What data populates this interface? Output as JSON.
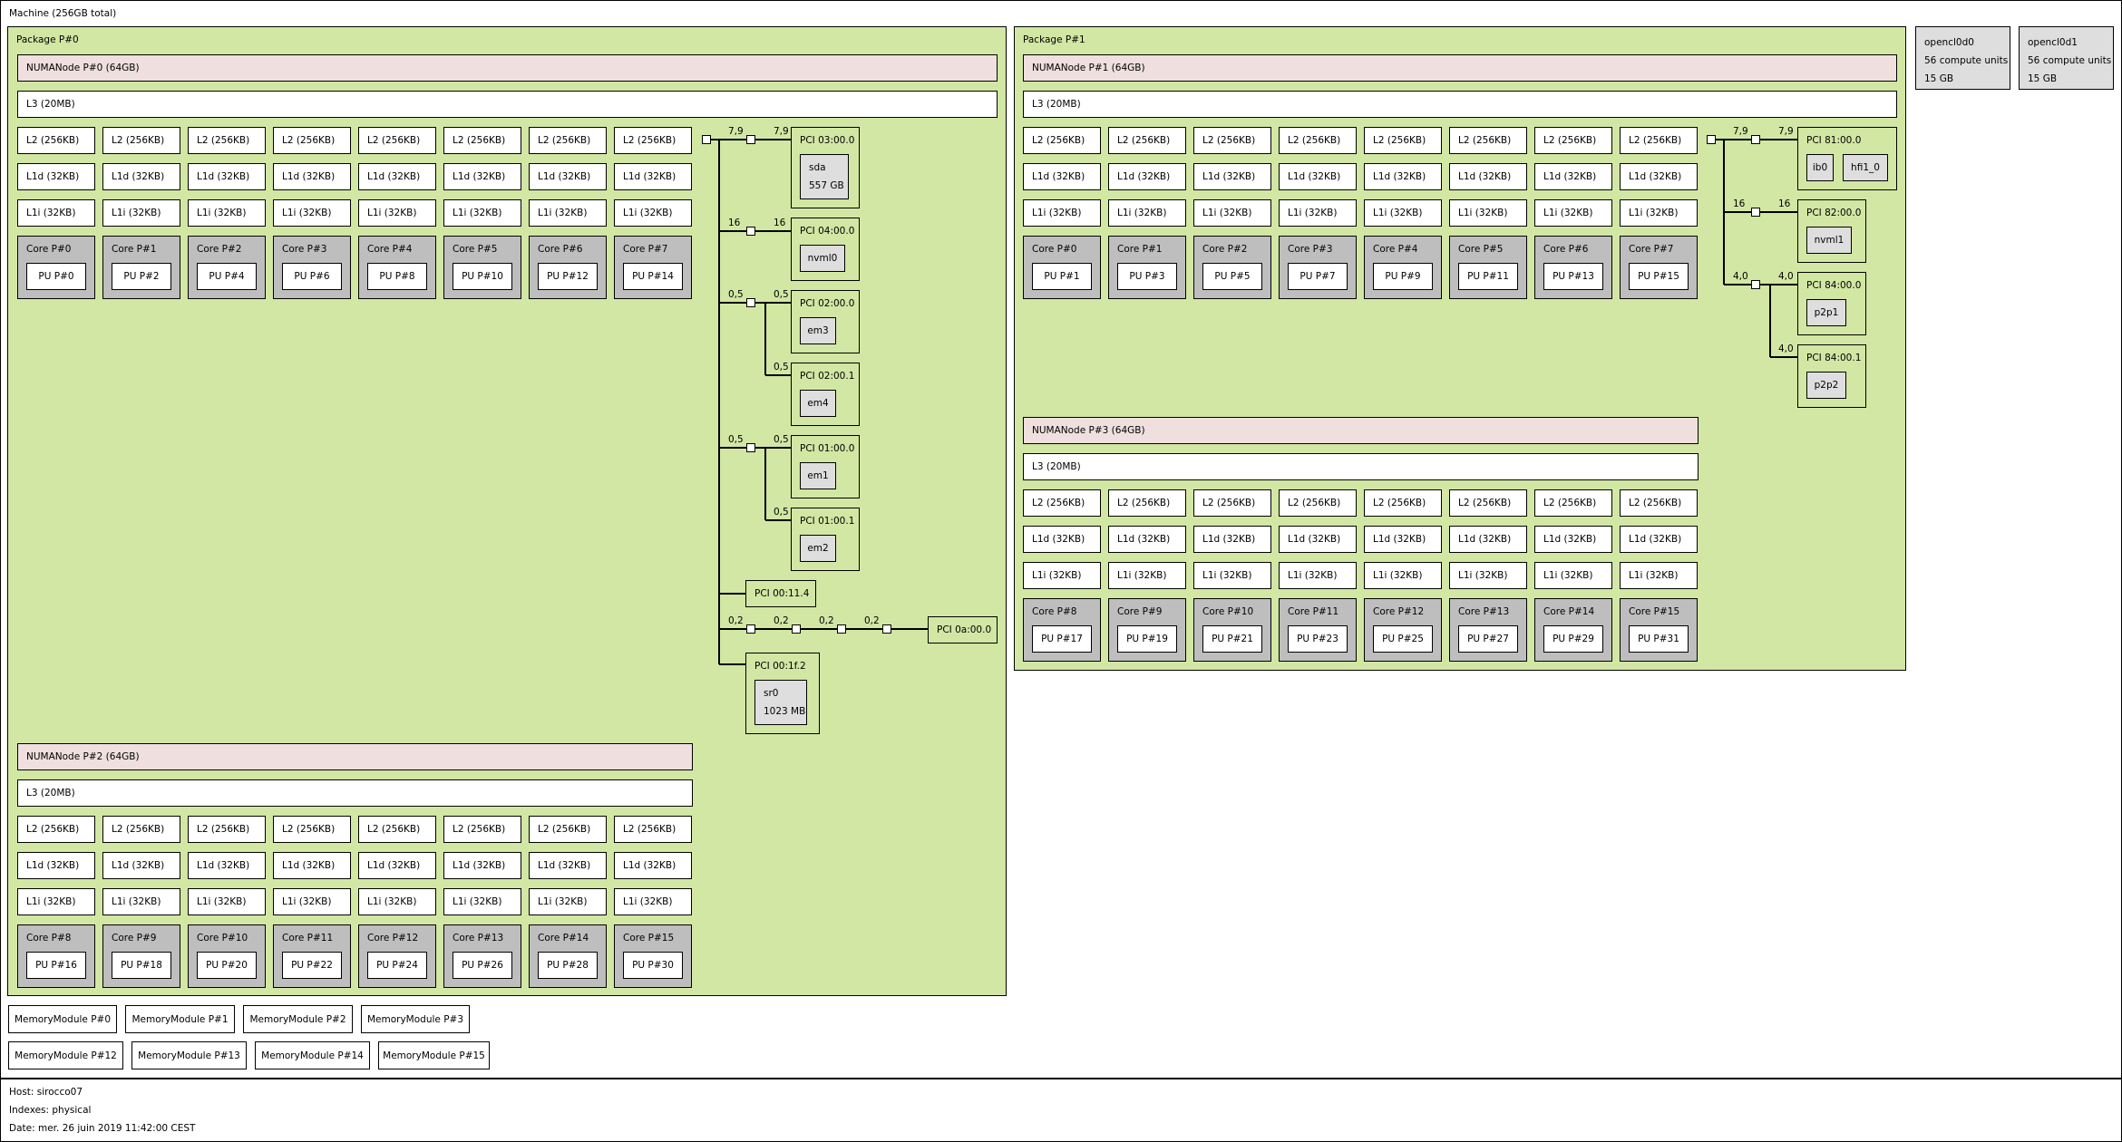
{
  "machine": {
    "title": "Machine (256GB total)",
    "packages": [
      {
        "label": "Package P#0",
        "numa_nodes": [
          {
            "label": "NUMANode P#0 (64GB)",
            "l3": "L3 (20MB)",
            "l2": [
              "L2 (256KB)",
              "L2 (256KB)",
              "L2 (256KB)",
              "L2 (256KB)",
              "L2 (256KB)",
              "L2 (256KB)",
              "L2 (256KB)",
              "L2 (256KB)"
            ],
            "l1d": [
              "L1d (32KB)",
              "L1d (32KB)",
              "L1d (32KB)",
              "L1d (32KB)",
              "L1d (32KB)",
              "L1d (32KB)",
              "L1d (32KB)",
              "L1d (32KB)"
            ],
            "l1i": [
              "L1i (32KB)",
              "L1i (32KB)",
              "L1i (32KB)",
              "L1i (32KB)",
              "L1i (32KB)",
              "L1i (32KB)",
              "L1i (32KB)",
              "L1i (32KB)"
            ],
            "cores": [
              {
                "label": "Core P#0",
                "pu": "PU P#0"
              },
              {
                "label": "Core P#1",
                "pu": "PU P#2"
              },
              {
                "label": "Core P#2",
                "pu": "PU P#4"
              },
              {
                "label": "Core P#3",
                "pu": "PU P#6"
              },
              {
                "label": "Core P#4",
                "pu": "PU P#8"
              },
              {
                "label": "Core P#5",
                "pu": "PU P#10"
              },
              {
                "label": "Core P#6",
                "pu": "PU P#12"
              },
              {
                "label": "Core P#7",
                "pu": "PU P#14"
              }
            ]
          },
          {
            "label": "NUMANode P#2 (64GB)",
            "l3": "L3 (20MB)",
            "l2": [
              "L2 (256KB)",
              "L2 (256KB)",
              "L2 (256KB)",
              "L2 (256KB)",
              "L2 (256KB)",
              "L2 (256KB)",
              "L2 (256KB)",
              "L2 (256KB)"
            ],
            "l1d": [
              "L1d (32KB)",
              "L1d (32KB)",
              "L1d (32KB)",
              "L1d (32KB)",
              "L1d (32KB)",
              "L1d (32KB)",
              "L1d (32KB)",
              "L1d (32KB)"
            ],
            "l1i": [
              "L1i (32KB)",
              "L1i (32KB)",
              "L1i (32KB)",
              "L1i (32KB)",
              "L1i (32KB)",
              "L1i (32KB)",
              "L1i (32KB)",
              "L1i (32KB)"
            ],
            "cores": [
              {
                "label": "Core P#8",
                "pu": "PU P#16"
              },
              {
                "label": "Core P#9",
                "pu": "PU P#18"
              },
              {
                "label": "Core P#10",
                "pu": "PU P#20"
              },
              {
                "label": "Core P#11",
                "pu": "PU P#22"
              },
              {
                "label": "Core P#12",
                "pu": "PU P#24"
              },
              {
                "label": "Core P#13",
                "pu": "PU P#26"
              },
              {
                "label": "Core P#14",
                "pu": "PU P#28"
              },
              {
                "label": "Core P#15",
                "pu": "PU P#30"
              }
            ]
          }
        ],
        "pci_links": [
          "7,9",
          "7,9",
          "16",
          "16",
          "0,5",
          "0,5",
          "0,5",
          "0,5",
          "0,5",
          "0,5",
          "0,2",
          "0,2",
          "0,2",
          "0,2"
        ],
        "pci_devices": [
          {
            "label": "PCI 03:00.0",
            "osdevs": [
              {
                "name": "sda",
                "size": "557 GB"
              }
            ]
          },
          {
            "label": "PCI 04:00.0",
            "osdevs": [
              {
                "name": "nvml0"
              }
            ]
          },
          {
            "label": "PCI 02:00.0",
            "osdevs": [
              {
                "name": "em3"
              }
            ]
          },
          {
            "label": "PCI 02:00.1",
            "osdevs": [
              {
                "name": "em4"
              }
            ]
          },
          {
            "label": "PCI 01:00.0",
            "osdevs": [
              {
                "name": "em1"
              }
            ]
          },
          {
            "label": "PCI 01:00.1",
            "osdevs": [
              {
                "name": "em2"
              }
            ]
          },
          {
            "label": "PCI 00:11.4",
            "osdevs": []
          },
          {
            "label": "PCI 0a:00.0",
            "osdevs": []
          },
          {
            "label": "PCI 00:1f.2",
            "osdevs": [
              {
                "name": "sr0",
                "size": "1023 MB"
              }
            ]
          }
        ]
      },
      {
        "label": "Package P#1",
        "numa_nodes": [
          {
            "label": "NUMANode P#1 (64GB)",
            "l3": "L3 (20MB)",
            "l2": [
              "L2 (256KB)",
              "L2 (256KB)",
              "L2 (256KB)",
              "L2 (256KB)",
              "L2 (256KB)",
              "L2 (256KB)",
              "L2 (256KB)",
              "L2 (256KB)"
            ],
            "l1d": [
              "L1d (32KB)",
              "L1d (32KB)",
              "L1d (32KB)",
              "L1d (32KB)",
              "L1d (32KB)",
              "L1d (32KB)",
              "L1d (32KB)",
              "L1d (32KB)"
            ],
            "l1i": [
              "L1i (32KB)",
              "L1i (32KB)",
              "L1i (32KB)",
              "L1i (32KB)",
              "L1i (32KB)",
              "L1i (32KB)",
              "L1i (32KB)",
              "L1i (32KB)"
            ],
            "cores": [
              {
                "label": "Core P#0",
                "pu": "PU P#1"
              },
              {
                "label": "Core P#1",
                "pu": "PU P#3"
              },
              {
                "label": "Core P#2",
                "pu": "PU P#5"
              },
              {
                "label": "Core P#3",
                "pu": "PU P#7"
              },
              {
                "label": "Core P#4",
                "pu": "PU P#9"
              },
              {
                "label": "Core P#5",
                "pu": "PU P#11"
              },
              {
                "label": "Core P#6",
                "pu": "PU P#13"
              },
              {
                "label": "Core P#7",
                "pu": "PU P#15"
              }
            ]
          },
          {
            "label": "NUMANode P#3 (64GB)",
            "l3": "L3 (20MB)",
            "l2": [
              "L2 (256KB)",
              "L2 (256KB)",
              "L2 (256KB)",
              "L2 (256KB)",
              "L2 (256KB)",
              "L2 (256KB)",
              "L2 (256KB)",
              "L2 (256KB)"
            ],
            "l1d": [
              "L1d (32KB)",
              "L1d (32KB)",
              "L1d (32KB)",
              "L1d (32KB)",
              "L1d (32KB)",
              "L1d (32KB)",
              "L1d (32KB)",
              "L1d (32KB)"
            ],
            "l1i": [
              "L1i (32KB)",
              "L1i (32KB)",
              "L1i (32KB)",
              "L1i (32KB)",
              "L1i (32KB)",
              "L1i (32KB)",
              "L1i (32KB)",
              "L1i (32KB)"
            ],
            "cores": [
              {
                "label": "Core P#8",
                "pu": "PU P#17"
              },
              {
                "label": "Core P#9",
                "pu": "PU P#19"
              },
              {
                "label": "Core P#10",
                "pu": "PU P#21"
              },
              {
                "label": "Core P#11",
                "pu": "PU P#23"
              },
              {
                "label": "Core P#12",
                "pu": "PU P#25"
              },
              {
                "label": "Core P#13",
                "pu": "PU P#27"
              },
              {
                "label": "Core P#14",
                "pu": "PU P#29"
              },
              {
                "label": "Core P#15",
                "pu": "PU P#31"
              }
            ]
          }
        ],
        "pci_links": [
          "7,9",
          "7,9",
          "16",
          "16",
          "4,0",
          "4,0",
          "4,0"
        ],
        "pci_devices": [
          {
            "label": "PCI 81:00.0",
            "osdevs": [
              {
                "name": "ib0"
              },
              {
                "name": "hfi1_0"
              }
            ]
          },
          {
            "label": "PCI 82:00.0",
            "osdevs": [
              {
                "name": "nvml1"
              }
            ]
          },
          {
            "label": "PCI 84:00.0",
            "osdevs": [
              {
                "name": "p2p1"
              }
            ]
          },
          {
            "label": "PCI 84:00.1",
            "osdevs": [
              {
                "name": "p2p2"
              }
            ]
          }
        ]
      }
    ],
    "coprocessors": [
      {
        "name": "opencl0d0",
        "units": "56 compute units",
        "mem": "15 GB"
      },
      {
        "name": "opencl0d1",
        "units": "56 compute units",
        "mem": "15 GB"
      }
    ],
    "memory_modules": [
      "MemoryModule P#0",
      "MemoryModule P#1",
      "MemoryModule P#2",
      "MemoryModule P#3",
      "MemoryModule P#12",
      "MemoryModule P#13",
      "MemoryModule P#14",
      "MemoryModule P#15"
    ]
  },
  "legend": {
    "host": "Host: sirocco07",
    "indexes": "Indexes: physical",
    "date": "Date: mer. 26 juin 2019 11:42:00 CEST"
  },
  "colors": {
    "package": "#d2e7a4",
    "numa": "#efdfde",
    "core": "#bebebe",
    "osdev": "#dedede",
    "cache": "#ffffff"
  }
}
